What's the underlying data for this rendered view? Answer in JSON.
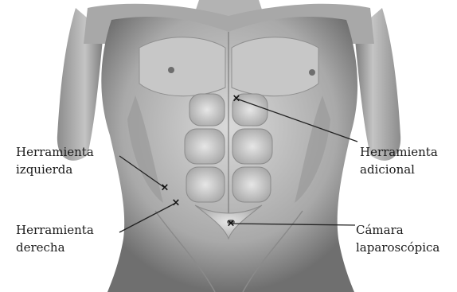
{
  "labels": {
    "left_tool": [
      "Herramienta",
      "izquierda"
    ],
    "right_tool": [
      "Herramienta",
      "derecha"
    ],
    "extra_tool": [
      "Herramienta",
      "adicional"
    ],
    "camera": [
      "Cámara",
      "laparoscópica"
    ]
  },
  "marker_symbol": "×",
  "colors": {
    "background": "#ffffff",
    "skin_shade": "#8a8a8a",
    "line": "#222222",
    "text": "#1a1a1a"
  }
}
